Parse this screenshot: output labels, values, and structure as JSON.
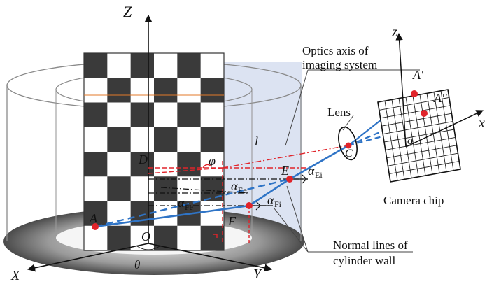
{
  "labels": {
    "Z": "Z",
    "X": "X",
    "Y": "Y",
    "O": "O",
    "theta": "θ",
    "A": "A",
    "D": "D",
    "F": "F",
    "E": "E",
    "phi": "φ",
    "alpha_Ee": "α",
    "alpha_Ee_sub": "Ee",
    "alpha_Fe": "α",
    "alpha_Fe_sub": "Fe",
    "alpha_Fi": "α",
    "alpha_Fi_sub": "Fi",
    "alpha_Ei": "α",
    "alpha_Ei_sub": "Ei",
    "l": "l",
    "C": "C",
    "lens": "Lens",
    "A_prime": "A'",
    "A_double_prime": "A''",
    "o_chip": "o",
    "z_chip": "z",
    "x_chip": "x",
    "optics_axis_line1": "Optics axis of",
    "optics_axis_line2": "imaging system",
    "camera_chip": "Camera chip",
    "normal_lines_line1": "Normal lines of",
    "normal_lines_line2": "cylinder wall"
  },
  "colors": {
    "ray_blue": "#2f74c6",
    "construction_red": "#e0242b",
    "point_red": "#e0242b",
    "axis_black": "#111111",
    "cylinder_gray": "#8a8a8a",
    "panel_blue": "#c9d6ec",
    "board_dark": "#3a3a3a"
  }
}
